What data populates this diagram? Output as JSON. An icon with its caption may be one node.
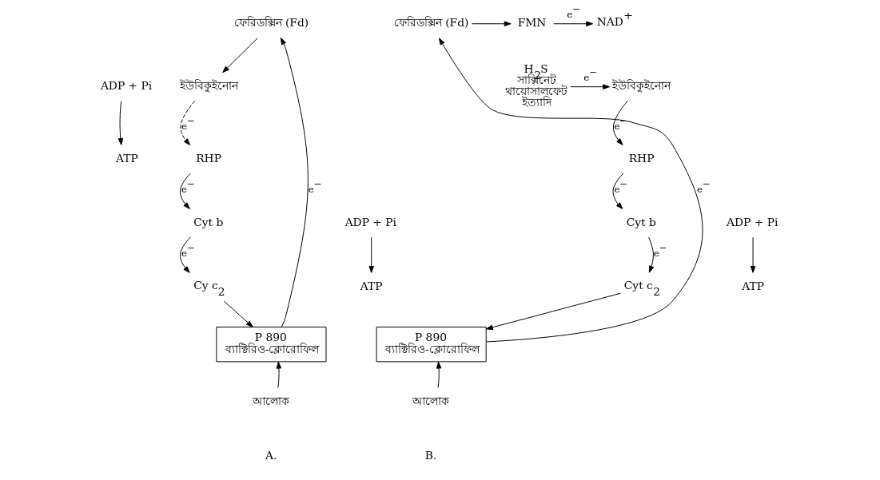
{
  "diagram": {
    "nodes": [
      {
        "text": [
          "ফেরিডক্সিন (Fd)"
        ]
      },
      {
        "text": [
          "ADP + Pi"
        ]
      },
      {
        "text": [
          "ATP"
        ]
      },
      {
        "text": [
          "ইউবিকুইনোন"
        ]
      },
      {
        "text": [
          "RHP"
        ]
      },
      {
        "text": [
          "Cyt b"
        ]
      },
      {
        "text": [
          "ADP + Pi"
        ]
      },
      {
        "text": [
          "ATP"
        ]
      },
      {
        "text": [
          "Cy c$_{2}$"
        ]
      },
      {
        "text": [
          "P 890",
          "ব্যাক্টিরিও-ক্লোরোফিল"
        ]
      },
      {
        "text": [
          "আলোক"
        ]
      },
      {
        "text": [
          "ফেরিডক্সিন (Fd)"
        ]
      },
      {
        "text": [
          "FMN"
        ]
      },
      {
        "text": [
          "NAD$^{+}$"
        ]
      },
      {
        "text": [
          "ইউবিকুইনোন"
        ]
      },
      {
        "text": [
          "RHP"
        ]
      },
      {
        "text": [
          "Cyt b"
        ]
      },
      {
        "text": [
          "ADP + Pi"
        ]
      },
      {
        "text": [
          "ATP"
        ]
      },
      {
        "text": [
          "Cyt c$_{2}$"
        ]
      },
      {
        "text": [
          "P 890",
          "ব্যাক্টিরিও-ক্লোরোফিল"
        ]
      },
      {
        "text": [
          "আলোক"
        ]
      },
      {
        "text": [
          "H$_{2}$S",
          "সাক্সিনেট",
          "থায়োসালফেট",
          "ইত্যাদি"
        ]
      }
    ],
    "edges": [
      {
        "from": 0,
        "to": 3,
        "arrow": "to"
      },
      {
        "from": 1,
        "to": 2,
        "arrow": "to"
      },
      {
        "from": 3,
        "to": 4,
        "arrow": "to",
        "label": "e$^{−}$",
        "style": "dashed"
      },
      {
        "from": 4,
        "to": 5,
        "arrow": "to",
        "label": "e$^{−}$"
      },
      {
        "from": 5,
        "to": 8,
        "arrow": "to",
        "label": "e$^{−}$"
      },
      {
        "from": 6,
        "to": 7,
        "arrow": "to"
      },
      {
        "from": 8,
        "to": 9,
        "arrow": "to"
      },
      {
        "from": 9,
        "to": 0,
        "arrow": "to",
        "label": "e$^{−}$"
      },
      {
        "from": 10,
        "to": 9,
        "arrow": "to"
      },
      {
        "from": 11,
        "to": 12,
        "arrow": "to"
      },
      {
        "from": 12,
        "to": 13,
        "arrow": "to",
        "label": "e$^{−}$"
      },
      {
        "from": 14,
        "to": 15,
        "arrow": "to",
        "label": "e$^{−}$"
      },
      {
        "from": 15,
        "to": 16,
        "arrow": "to",
        "label": "e$^{−}$"
      },
      {
        "from": 16,
        "to": 19,
        "arrow": "to",
        "label": "e$^{−}$"
      },
      {
        "from": 17,
        "to": 18,
        "arrow": "to"
      },
      {
        "from": 19,
        "to": 20,
        "arrow": "to"
      },
      {
        "from": 20,
        "to": 11,
        "arrow": "to",
        "label": "e$^{−}$"
      },
      {
        "from": 21,
        "to": 20,
        "arrow": "to"
      },
      {
        "from": 22,
        "to": 14,
        "arrow": "to",
        "label": "e$^{−}$"
      }
    ],
    "labels": [
      "A.",
      "B."
    ]
  }
}
